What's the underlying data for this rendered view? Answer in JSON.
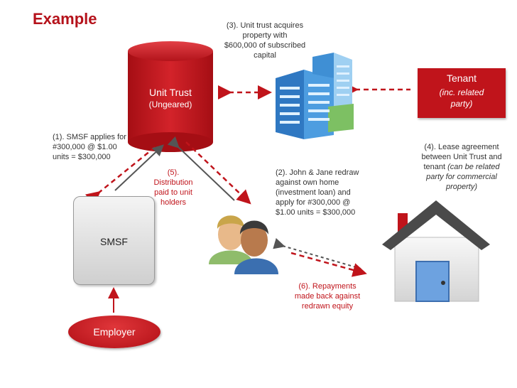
{
  "title": "Example",
  "unit_trust": {
    "label": "Unit Trust",
    "sub": "(Ungeared)"
  },
  "smsf": {
    "label": "SMSF"
  },
  "employer": {
    "label": "Employer"
  },
  "tenant": {
    "label": "Tenant",
    "sub_line1": "(inc. related",
    "sub_line2": "party)"
  },
  "notes": {
    "n1": [
      "(1). SMSF applies for",
      "#300,000 @ $1.00",
      "units = $300,000"
    ],
    "n2": [
      "(2). John & Jane redraw",
      "against own home",
      "(investment loan) and",
      "apply for #300,000 @",
      "$1.00 units = $300,000"
    ],
    "n3": [
      "(3). Unit trust acquires",
      "property with",
      "$600,000 of subscribed",
      "capital"
    ],
    "n4": [
      "(4). Lease agreement",
      "between Unit Trust and",
      "tenant",
      "(can be related",
      "party for commercial",
      "property)"
    ],
    "n5": [
      "(5).",
      "Distribution",
      "paid to unit",
      "holders"
    ],
    "n6": [
      "(6). Repayments",
      "made back against",
      "redrawn equity"
    ]
  },
  "colors": {
    "brand_red": "#c0141b",
    "arrow_dark": "#5a5a5a",
    "building_blue": "#3f8fd4"
  },
  "icons": [
    "building-icon",
    "people-icon",
    "house-icon"
  ]
}
